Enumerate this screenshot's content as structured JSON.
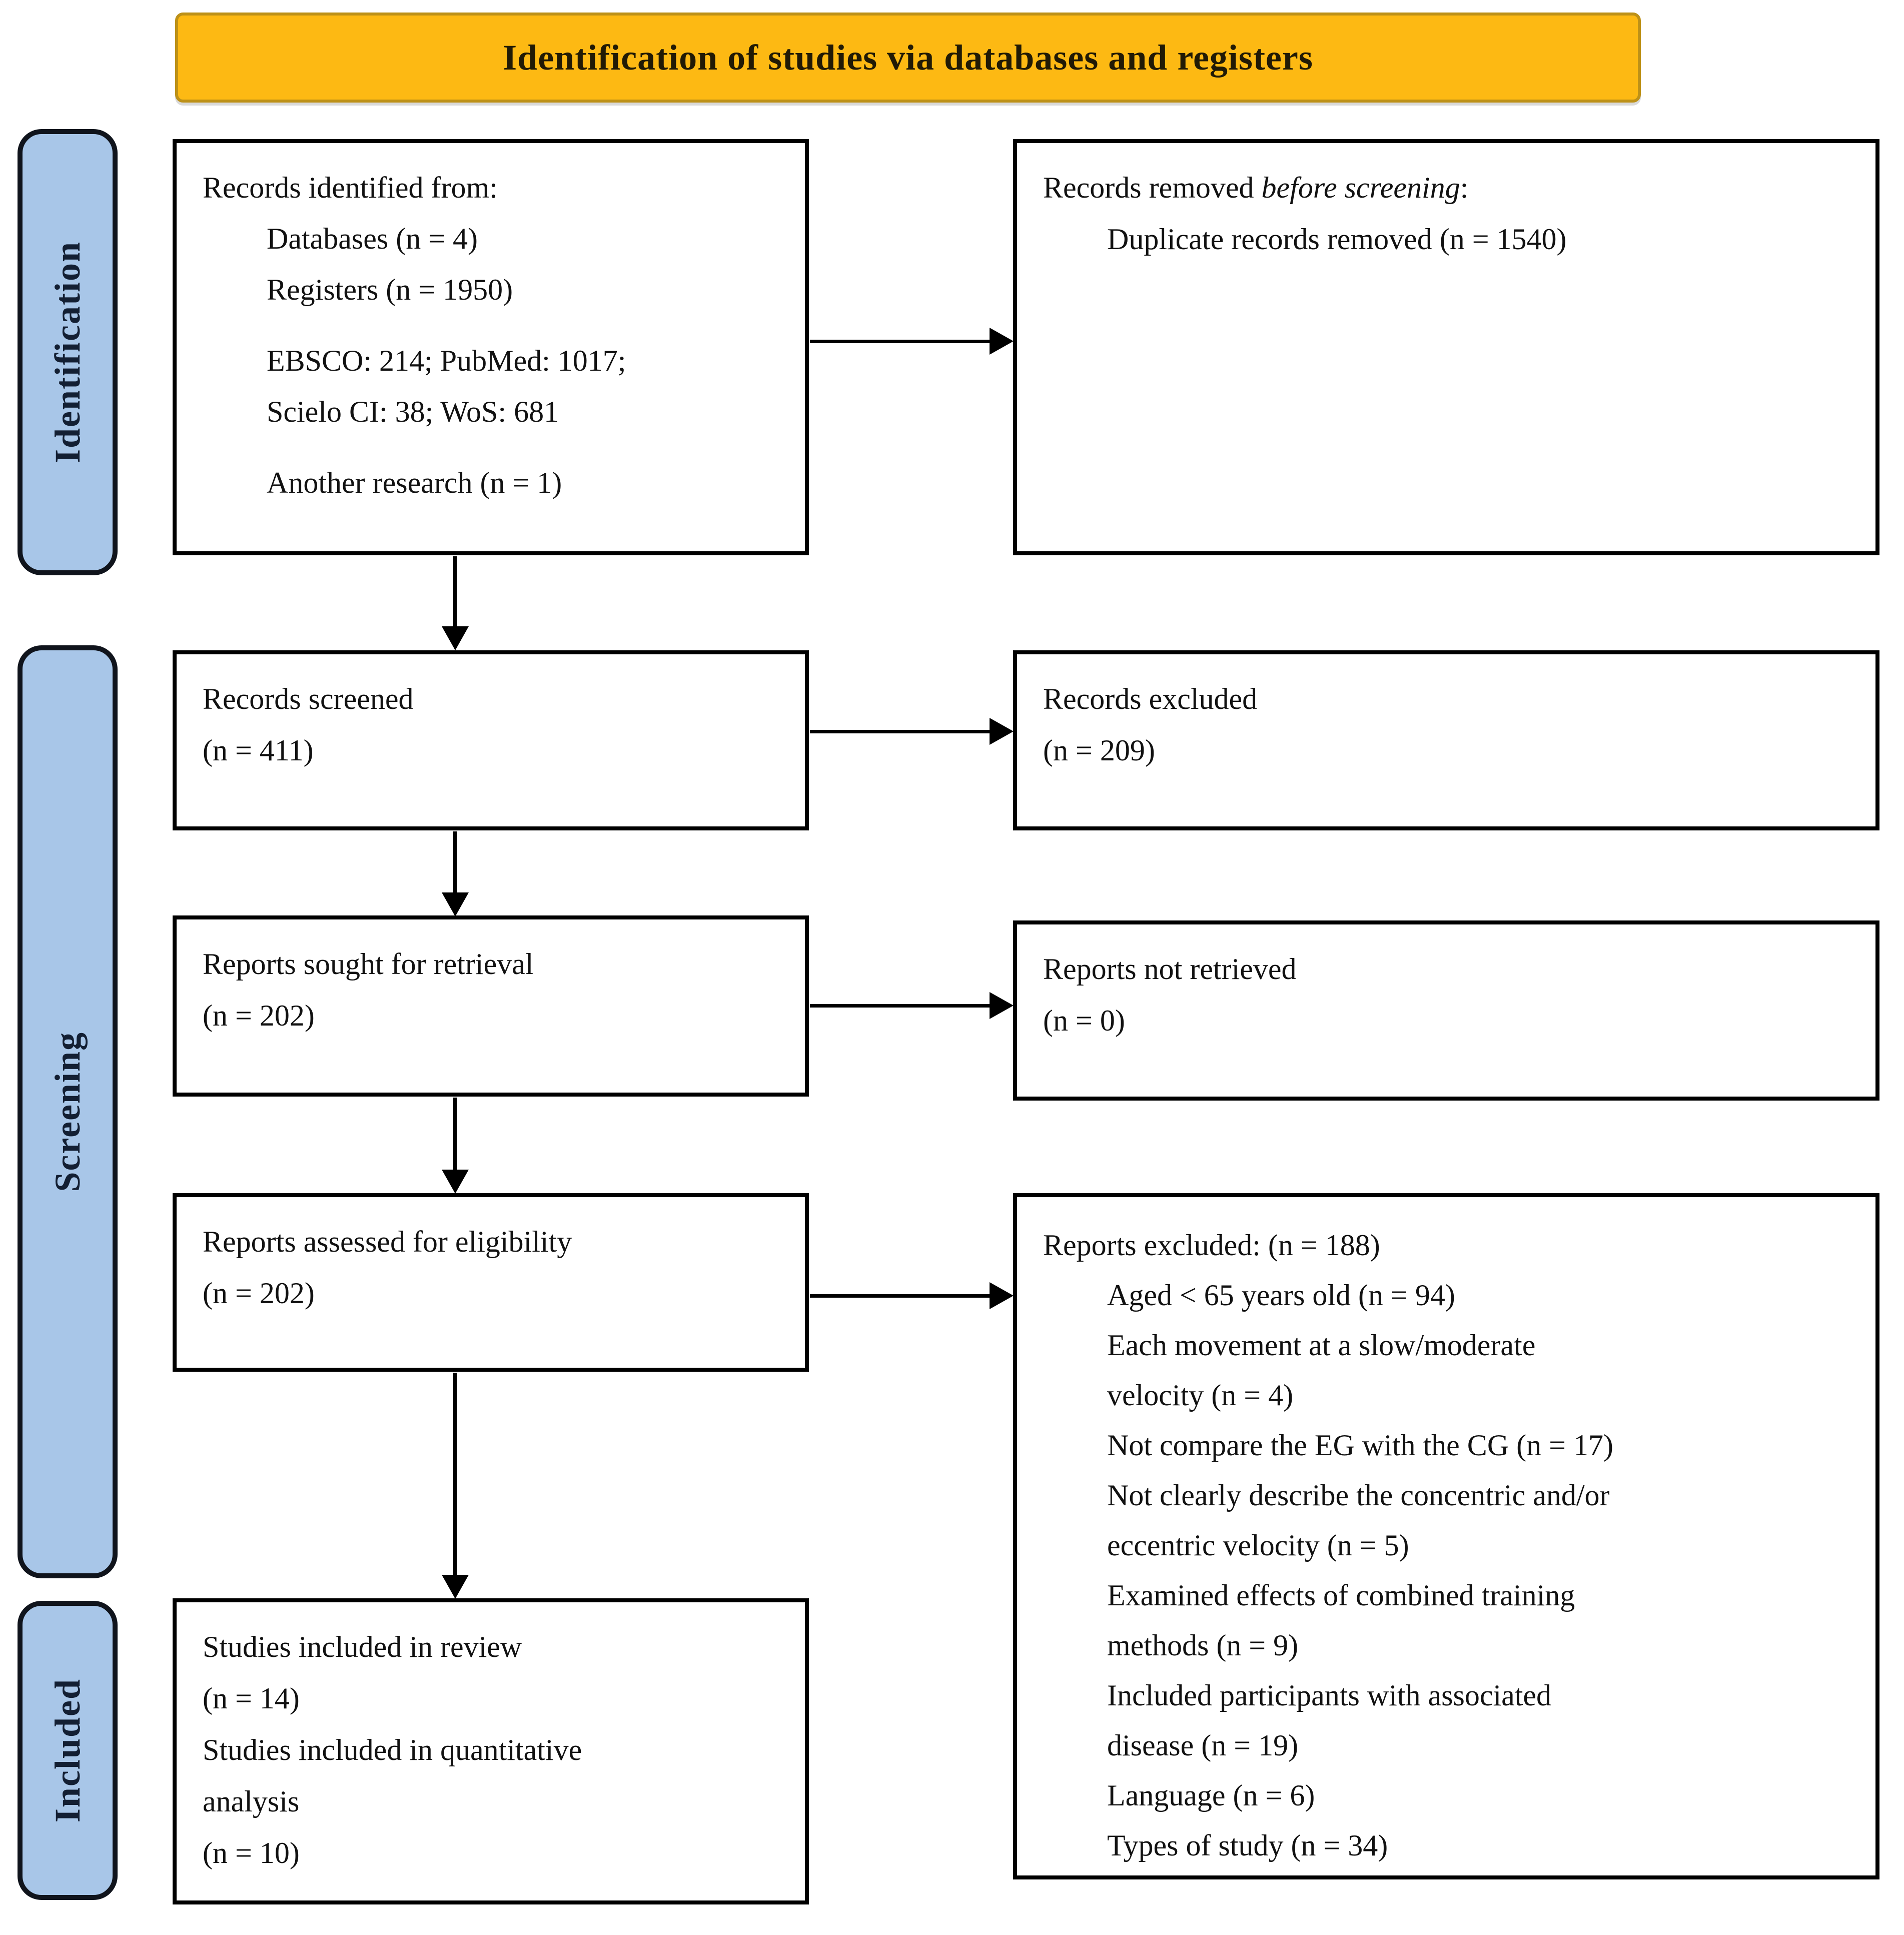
{
  "figure": {
    "banner": {
      "title": "Identification of studies via databases and registers",
      "bg_color": "#FDB913",
      "border_color": "#BD9118"
    },
    "sidebar": {
      "bg_color": "#A8C6E8",
      "labels": {
        "identification": "Identification",
        "screening": "Screening",
        "included": "Included"
      }
    },
    "boxes": {
      "records_identified": {
        "title": "Records identified from:",
        "databases": "Databases (n = 4)",
        "registers": "Registers (n = 1950)",
        "sources_line1": "EBSCO: 214; PubMed: 1017;",
        "sources_line2": "Scielo CI: 38; WoS: 681",
        "other": "Another research (n = 1)"
      },
      "records_removed": {
        "prefix": "Records removed ",
        "emphasis": "before screening",
        "suffix": ":",
        "duplicates": "Duplicate records removed (n = 1540)"
      },
      "records_screened": {
        "line1": "Records screened",
        "line2": "(n = 411)"
      },
      "records_excluded": {
        "line1": "Records excluded",
        "line2": "(n = 209)"
      },
      "reports_sought": {
        "line1": "Reports sought for retrieval",
        "line2": "(n = 202)"
      },
      "reports_not_retrieved": {
        "line1": "Reports not retrieved",
        "line2": "(n = 0)"
      },
      "reports_assessed": {
        "line1": "Reports assessed for eligibility",
        "line2": "(n = 202)"
      },
      "reports_excluded": {
        "title": "Reports excluded: (n = 188)",
        "reasons": [
          "Aged < 65 years old (n = 94)",
          "Each movement at a slow/moderate",
          "velocity (n = 4)",
          "Not compare the EG with the CG (n = 17)",
          "Not clearly describe the concentric and/or",
          "eccentric velocity (n = 5)",
          "Examined effects of combined training",
          "methods (n = 9)",
          "Included participants with associated",
          "disease (n = 19)",
          "Language (n = 6)",
          "Types of study (n = 34)"
        ]
      },
      "studies_included": {
        "line1": "Studies included in review",
        "line2": "(n = 14)",
        "line3": "Studies included in quantitative",
        "line4": "analysis",
        "line5": "(n = 10)"
      }
    }
  }
}
